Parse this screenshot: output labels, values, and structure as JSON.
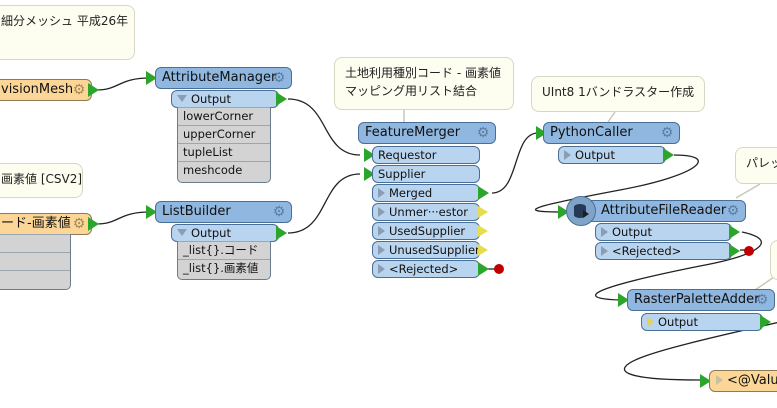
{
  "annotations": {
    "mesh_note": "細分メッシュ 平成26年",
    "csv_note": "画素値 [CSV2]",
    "merge_note_line1": "土地利用種別コード - 画素値",
    "merge_note_line2": "マッピング用リスト結合",
    "python_note": "UInt8 1バンドラスター作成",
    "palette_note": "パレッ"
  },
  "nodes": {
    "subdivision_mesh": {
      "label": "visionMesh"
    },
    "code_pixel_reader": {
      "label": "ード-画素値"
    },
    "attribute_manager": {
      "label": "AttributeManager",
      "ports": [
        "Output"
      ],
      "attributes": [
        "lowerCorner",
        "upperCorner",
        "tupleList",
        "meshcode"
      ]
    },
    "list_builder": {
      "label": "ListBuilder",
      "ports": [
        "Output"
      ],
      "attributes": [
        "_list{}.コード",
        "_list{}.画素値"
      ]
    },
    "feature_merger": {
      "label": "FeatureMerger",
      "input_ports": [
        "Requestor",
        "Supplier"
      ],
      "output_ports": [
        "Merged",
        "Unmer···estor",
        "UsedSupplier",
        "UnusedSupplier",
        "<Rejected>"
      ]
    },
    "python_caller": {
      "label": "PythonCaller",
      "ports": [
        "Output"
      ]
    },
    "attribute_file_reader": {
      "label": "AttributeFileReader",
      "ports": [
        "Output",
        "<Rejected>"
      ]
    },
    "raster_palette_adder": {
      "label": "RasterPaletteAdder",
      "ports": [
        "Output"
      ]
    },
    "writer": {
      "label": "<@Valu"
    }
  },
  "colors": {
    "transformer": "#90b7e0",
    "port": "#b9d4ef",
    "reader": "#fbd696",
    "connected_arrow": "#2ca52c",
    "unconnected_arrow": "#e6dc50",
    "rejected_dot": "#c00000"
  }
}
